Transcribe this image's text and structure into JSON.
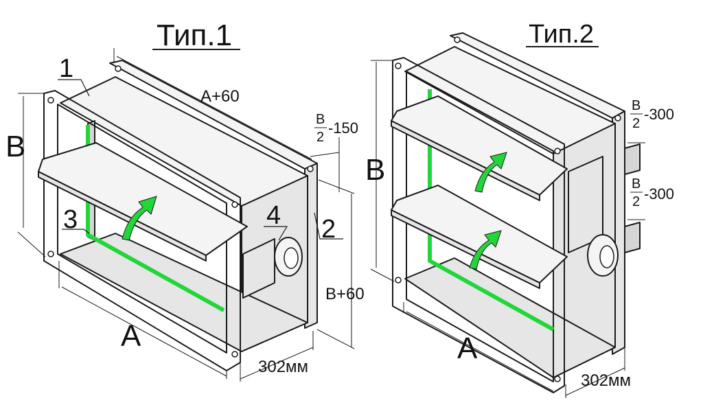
{
  "type1": {
    "title": "Тип.1",
    "callouts": {
      "c1": "1",
      "c2": "2",
      "c3": "3",
      "c4": "4"
    },
    "dims": {
      "width": "A",
      "height": "B",
      "depth": "302мм",
      "outer_width": "A+60",
      "outer_height": "B+60",
      "offset_frac_num": "B",
      "offset_frac_den": "2",
      "offset_suffix": "-150"
    }
  },
  "type2": {
    "title": "Тип.2",
    "dims": {
      "width": "A",
      "height": "B",
      "depth": "302мм",
      "offset1_frac_num": "B",
      "offset1_frac_den": "2",
      "offset1_suffix": "-300",
      "offset2_frac_num": "B",
      "offset2_frac_den": "2",
      "offset2_suffix": "-300"
    }
  },
  "colors": {
    "seal": "#22d63a",
    "line": "#1a1a1a"
  }
}
